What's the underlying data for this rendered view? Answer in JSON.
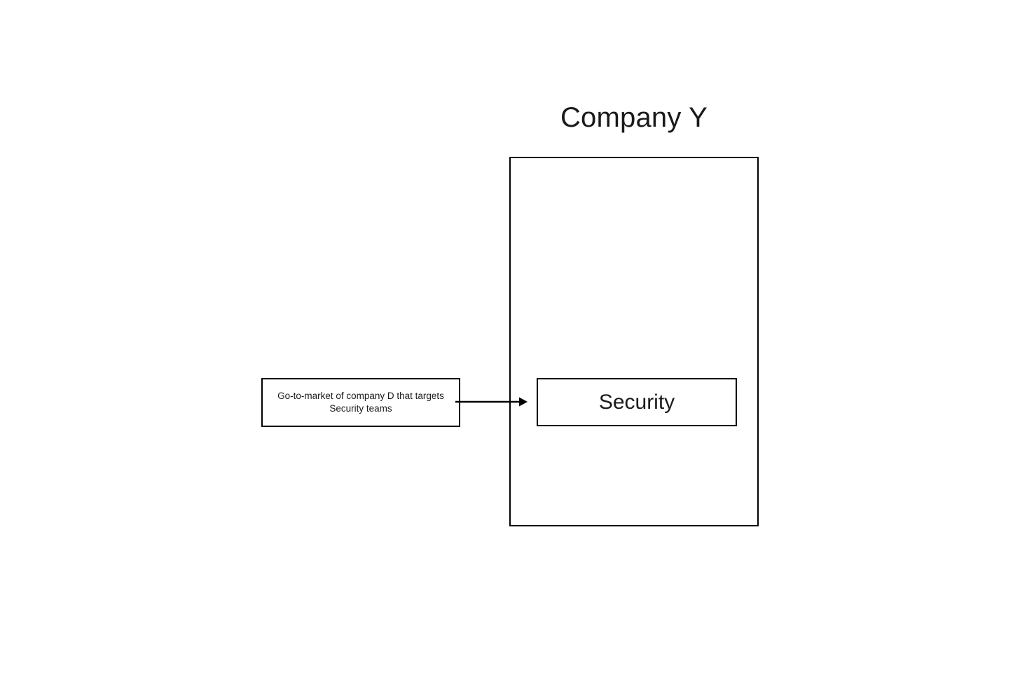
{
  "diagram": {
    "title": "Company Y",
    "background_color": "#ffffff",
    "line_color": "#000000",
    "text_color": "#1a1a1a",
    "container": {
      "name": "Company Y",
      "nodes": [
        {
          "id": "security",
          "label": "Security"
        }
      ]
    },
    "external_nodes": [
      {
        "id": "gtm",
        "label": "Go-to-market of company D that targets Security teams"
      }
    ],
    "connectors": [
      {
        "id": "gtm-to-security",
        "from": "gtm",
        "to": "security",
        "style": "solid",
        "arrowhead": "filled-triangle",
        "direction": "right"
      }
    ]
  }
}
